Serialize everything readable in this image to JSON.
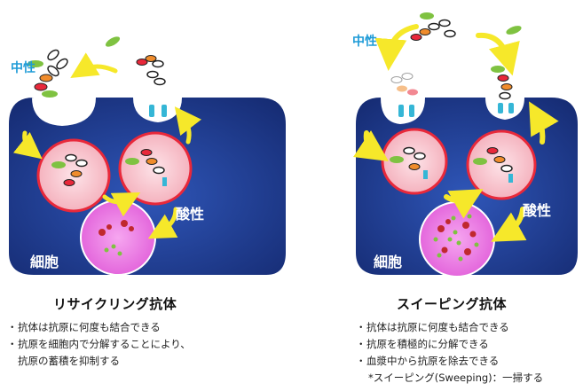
{
  "left_panel": {
    "label_neutral": "中性",
    "label_acidic": "酸性",
    "label_cell": "細胞",
    "title": "リサイクリング抗体",
    "bullets": [
      "抗体は抗原に何度も結合できる",
      "抗原を細胞内で分解することにより、",
      "抗原の蓄積を抑制する"
    ]
  },
  "right_panel": {
    "label_neutral": "中性",
    "label_acidic": "酸性",
    "label_cell": "細胞",
    "title": "スイーピング抗体",
    "bullets": [
      "抗体は抗原に何度も結合できる",
      "抗原を積極的に分解できる",
      "血漿中から抗原を除去できる"
    ],
    "note": "*スイーピング(Sweeping)：一掃する"
  },
  "bullet_glyph": "・",
  "colors": {
    "cell_fill": "#1f3b8c",
    "endosome_fill": "#f7c6cf",
    "endosome_border": "#e8283a",
    "lysosome_fill": "#ee7ee6",
    "arrow_yellow": "#f6e82a",
    "antigen_green": "#7fc241",
    "receptor_blue": "#35b6d6",
    "neutral_text": "#1e9bd7"
  }
}
